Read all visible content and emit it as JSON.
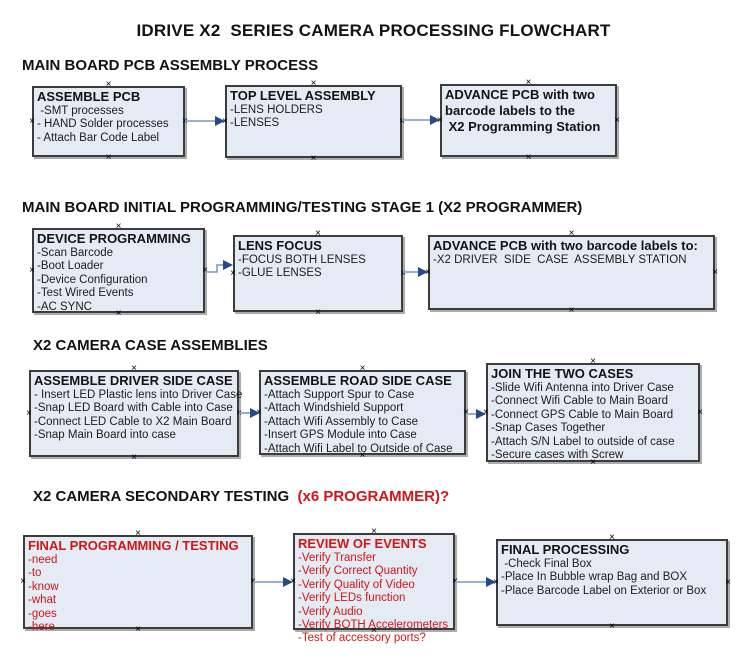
{
  "title": "IDRIVE X2  SERIES CAMERA PROCESSING FLOWCHART",
  "colors": {
    "box_fill": "#e5ebf5",
    "box_border": "#3c3c3c",
    "connector_line": "#8ea6c8",
    "arrowhead": "#24498c",
    "accent_red": "#d01616",
    "text": "#131313"
  },
  "icons": {
    "connection_point": "×",
    "arrow": "→"
  },
  "sections": [
    {
      "heading": "MAIN BOARD PCB ASSEMBLY PROCESS",
      "boxes": [
        {
          "title": "ASSEMBLE PCB",
          "lines": [
            " -SMT processes",
            "- HAND Solder processes",
            "- Attach Bar Code Label"
          ]
        },
        {
          "title": "TOP LEVEL ASSEMBLY",
          "lines": [
            "-LENS HOLDERS",
            "-LENSES"
          ]
        },
        {
          "title": "ADVANCE PCB with two",
          "lines": [
            "barcode labels to the",
            " X2 Programming Station"
          ]
        }
      ]
    },
    {
      "heading": "MAIN BOARD INITIAL PROGRAMMING/TESTING STAGE 1 (X2 PROGRAMMER)",
      "boxes": [
        {
          "title": "DEVICE PROGRAMMING",
          "lines": [
            "-Scan Barcode",
            "-Boot Loader",
            "-Device Configuration",
            "-Test Wired Events",
            "-AC SYNC"
          ]
        },
        {
          "title": "LENS FOCUS",
          "lines": [
            "-FOCUS BOTH LENSES",
            "-GLUE LENSES"
          ]
        },
        {
          "title": "ADVANCE PCB with two barcode labels to:",
          "lines": [
            "-X2 DRIVER  SIDE  CASE  ASSEMBLY STATION"
          ]
        }
      ]
    },
    {
      "heading": "X2 CAMERA CASE ASSEMBLIES",
      "boxes": [
        {
          "title": "ASSEMBLE DRIVER SIDE CASE",
          "lines": [
            "- Insert LED Plastic lens into Driver Case",
            "-Snap LED Board with Cable into Case",
            "-Connect LED Cable to X2 Main Board",
            "-Snap Main Board into case"
          ]
        },
        {
          "title": "ASSEMBLE ROAD SIDE CASE",
          "lines": [
            "-Attach Support Spur to Case",
            "-Attach Windshield Support",
            "-Attach Wifi Assembly to Case",
            "-Insert GPS Module into Case",
            "-Attach Wifi Label to Outside of Case"
          ]
        },
        {
          "title": "JOIN THE TWO CASES",
          "lines": [
            "-Slide Wifi Antenna into Driver Case",
            "-Connect Wifi Cable to Main Board",
            "-Connect GPS Cable to Main Board",
            "-Snap Cases Together",
            "-Attach S/N Label to outside of case",
            "-Secure cases with Screw"
          ]
        }
      ]
    },
    {
      "heading": "X2 CAMERA SECONDARY TESTING ",
      "heading_accent": " (x6 PROGRAMMER)?",
      "boxes": [
        {
          "title": "FINAL PROGRAMMING / TESTING",
          "lines": [
            "-need",
            "-to",
            "-know",
            "-what",
            "-goes",
            "-here"
          ]
        },
        {
          "title": "REVIEW OF EVENTS",
          "lines": [
            "-Verify Transfer",
            "-Verify Correct Quantity",
            "-Verify Quality of Video",
            "-Verify LEDs function",
            "-Verify Audio",
            "-Verify BOTH Accelerometers",
            "-Test of accessory ports?"
          ]
        },
        {
          "title": "FINAL PROCESSING",
          "lines": [
            " -Check Final Box",
            "-Place In Bubble wrap Bag and BOX",
            "-Place Barcode Label on Exterior or Box"
          ]
        }
      ]
    }
  ]
}
